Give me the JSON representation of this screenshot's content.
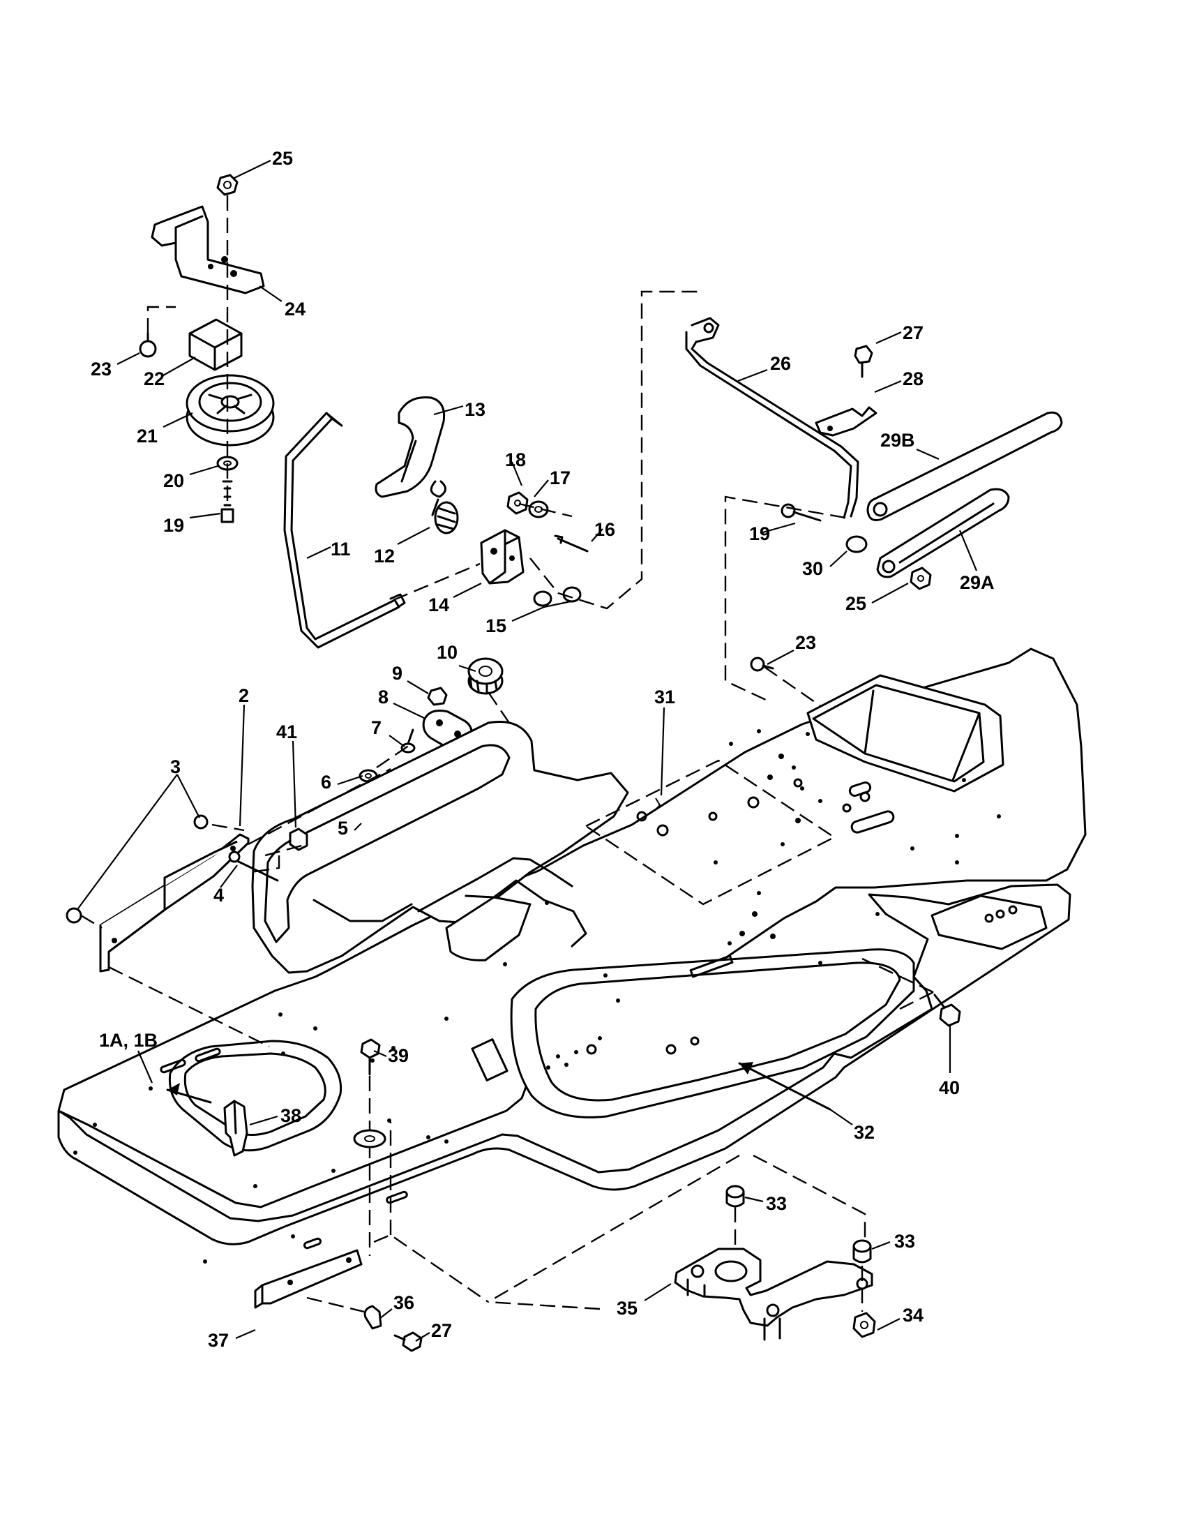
{
  "callouts": [
    {
      "id": "c1",
      "text": "25"
    },
    {
      "id": "c2",
      "text": "24"
    },
    {
      "id": "c3",
      "text": "23"
    },
    {
      "id": "c4",
      "text": "22"
    },
    {
      "id": "c5",
      "text": "21"
    },
    {
      "id": "c6",
      "text": "20"
    },
    {
      "id": "c7",
      "text": "19"
    },
    {
      "id": "c8",
      "text": "13"
    },
    {
      "id": "c9",
      "text": "18"
    },
    {
      "id": "c10",
      "text": "17"
    },
    {
      "id": "c11",
      "text": "16"
    },
    {
      "id": "c12",
      "text": "12"
    },
    {
      "id": "c13",
      "text": "11"
    },
    {
      "id": "c14",
      "text": "14"
    },
    {
      "id": "c15",
      "text": "15"
    },
    {
      "id": "c16",
      "text": "26"
    },
    {
      "id": "c17",
      "text": "27"
    },
    {
      "id": "c18",
      "text": "28"
    },
    {
      "id": "c19",
      "text": "29B"
    },
    {
      "id": "c20",
      "text": "19"
    },
    {
      "id": "c21",
      "text": "30"
    },
    {
      "id": "c22",
      "text": "29A"
    },
    {
      "id": "c23",
      "text": "25"
    },
    {
      "id": "c24",
      "text": "23"
    },
    {
      "id": "c25",
      "text": "10"
    },
    {
      "id": "c26",
      "text": "9"
    },
    {
      "id": "c27",
      "text": "8"
    },
    {
      "id": "c28",
      "text": "7"
    },
    {
      "id": "c29",
      "text": "6"
    },
    {
      "id": "c30",
      "text": "5"
    },
    {
      "id": "c31",
      "text": "31"
    },
    {
      "id": "c32",
      "text": "2"
    },
    {
      "id": "c33",
      "text": "3"
    },
    {
      "id": "c34",
      "text": "41"
    },
    {
      "id": "c35",
      "text": "4"
    },
    {
      "id": "c36",
      "text": "1A, 1B"
    },
    {
      "id": "c37",
      "text": "39"
    },
    {
      "id": "c38",
      "text": "38"
    },
    {
      "id": "c39",
      "text": "40"
    },
    {
      "id": "c40",
      "text": "32"
    },
    {
      "id": "c41",
      "text": "33"
    },
    {
      "id": "c42",
      "text": "33"
    },
    {
      "id": "c43",
      "text": "35"
    },
    {
      "id": "c44",
      "text": "34"
    },
    {
      "id": "c45",
      "text": "36"
    },
    {
      "id": "c46",
      "text": "27"
    },
    {
      "id": "c47",
      "text": "37"
    }
  ]
}
